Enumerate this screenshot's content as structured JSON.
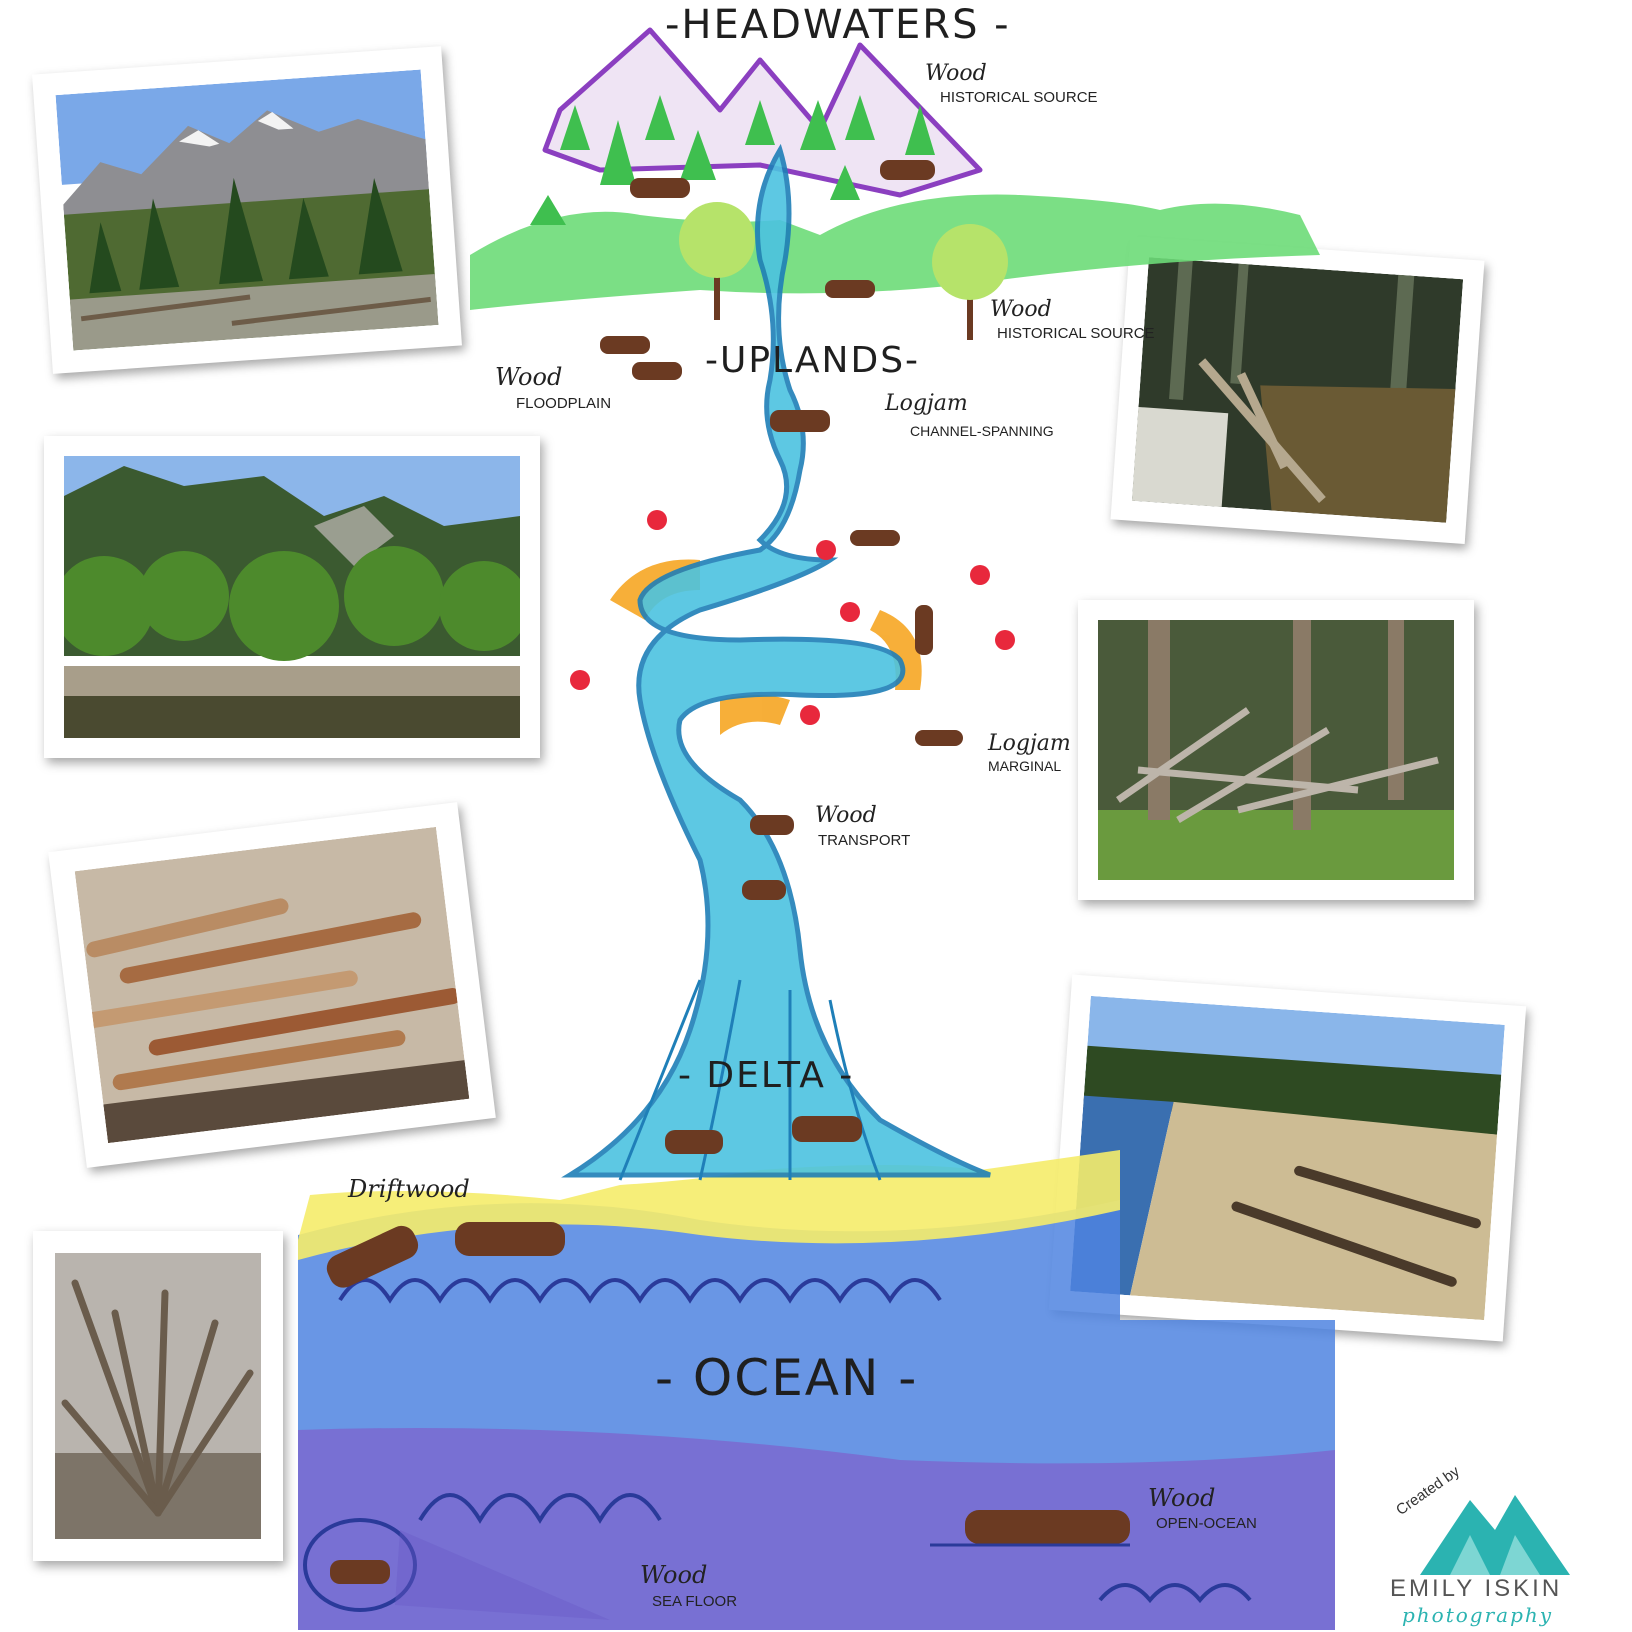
{
  "zones": {
    "headwaters": "-HEADWATERS -",
    "uplands": "-UPLANDS-",
    "delta": "- DELTA -",
    "ocean": "- OCEAN -"
  },
  "labels": {
    "headwaters_wood": {
      "title": "Wood",
      "sub": "HISTORICAL SOURCE"
    },
    "uplands_wood": {
      "title": "Wood",
      "sub": "HISTORICAL SOURCE"
    },
    "floodplain_wood": {
      "title": "Wood",
      "sub": "FLOODPLAIN"
    },
    "logjam_channel": {
      "title": "Logjam",
      "sub": "CHANNEL-SPANNING"
    },
    "logjam_marginal": {
      "title": "Logjam",
      "sub": "MARGINAL"
    },
    "wood_transport": {
      "title": "Wood",
      "sub": "TRANSPORT"
    },
    "driftwood": {
      "title": "Driftwood"
    },
    "wood_open_ocean": {
      "title": "Wood",
      "sub": "OPEN-OCEAN"
    },
    "wood_sea_floor": {
      "title": "Wood",
      "sub": "SEA FLOOR"
    }
  },
  "credit": {
    "created_by": "Created by",
    "name": "EMILY ISKIN",
    "sub": "photography"
  },
  "colors": {
    "river": "#33b5d6",
    "ocean": "#3b6fd8",
    "ocean_deep": "#7a5cc8",
    "sand": "#f5ec6a",
    "grass": "#58d26a",
    "mountain_outline": "#8b3fc0",
    "log": "#6b3a22",
    "meander_bank": "#f6a623",
    "flower": "#e8283c",
    "logo": "#2bb3b1"
  }
}
